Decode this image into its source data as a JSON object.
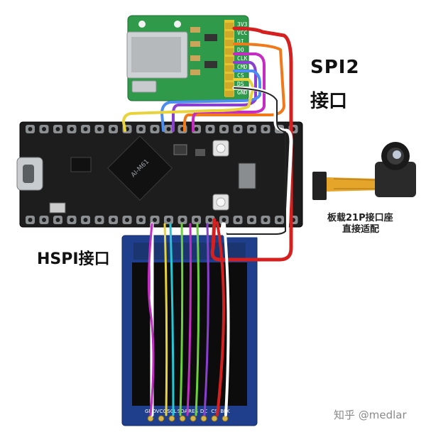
{
  "labels": {
    "spi2_title": "SPI2",
    "spi2_sub": "接口",
    "hspi": "HSPI接口",
    "camera_line1": "板载21P接口座",
    "camera_line2": "直接适配",
    "watermark": "知乎 @medlar"
  },
  "sd_module": {
    "pins": [
      "3V3",
      "VCC",
      "DI",
      "DO",
      "CLK",
      "CMD",
      "CS",
      "DS",
      "GND"
    ]
  },
  "mcu_board": {
    "chip_text": "AI-M61"
  },
  "lcd_module": {
    "pins": [
      "GND",
      "VCC",
      "SCL",
      "SDA",
      "RES",
      "DC",
      "CS",
      "BLK"
    ]
  },
  "colors": {
    "sd_board": "#2f9a4a",
    "mcu_board": "#1d1d1d",
    "lcd_frame": "#1f3f8c",
    "lcd_screen": "#0c0c0c",
    "wire_red": "#d62020",
    "wire_orange": "#f07a1a",
    "wire_magenta": "#c52cc4",
    "wire_purple": "#8b3fd0",
    "wire_blue": "#4c8df2",
    "wire_yellow": "#e8d33a",
    "wire_white": "#ffffff",
    "wire_black": "#222222",
    "wire_green": "#6cd23a",
    "wire_cyan": "#27c8d6"
  },
  "icons": [
    "sd-card-slot-icon",
    "usb-c-port-icon",
    "camera-module-icon",
    "mcu-chip-icon"
  ]
}
